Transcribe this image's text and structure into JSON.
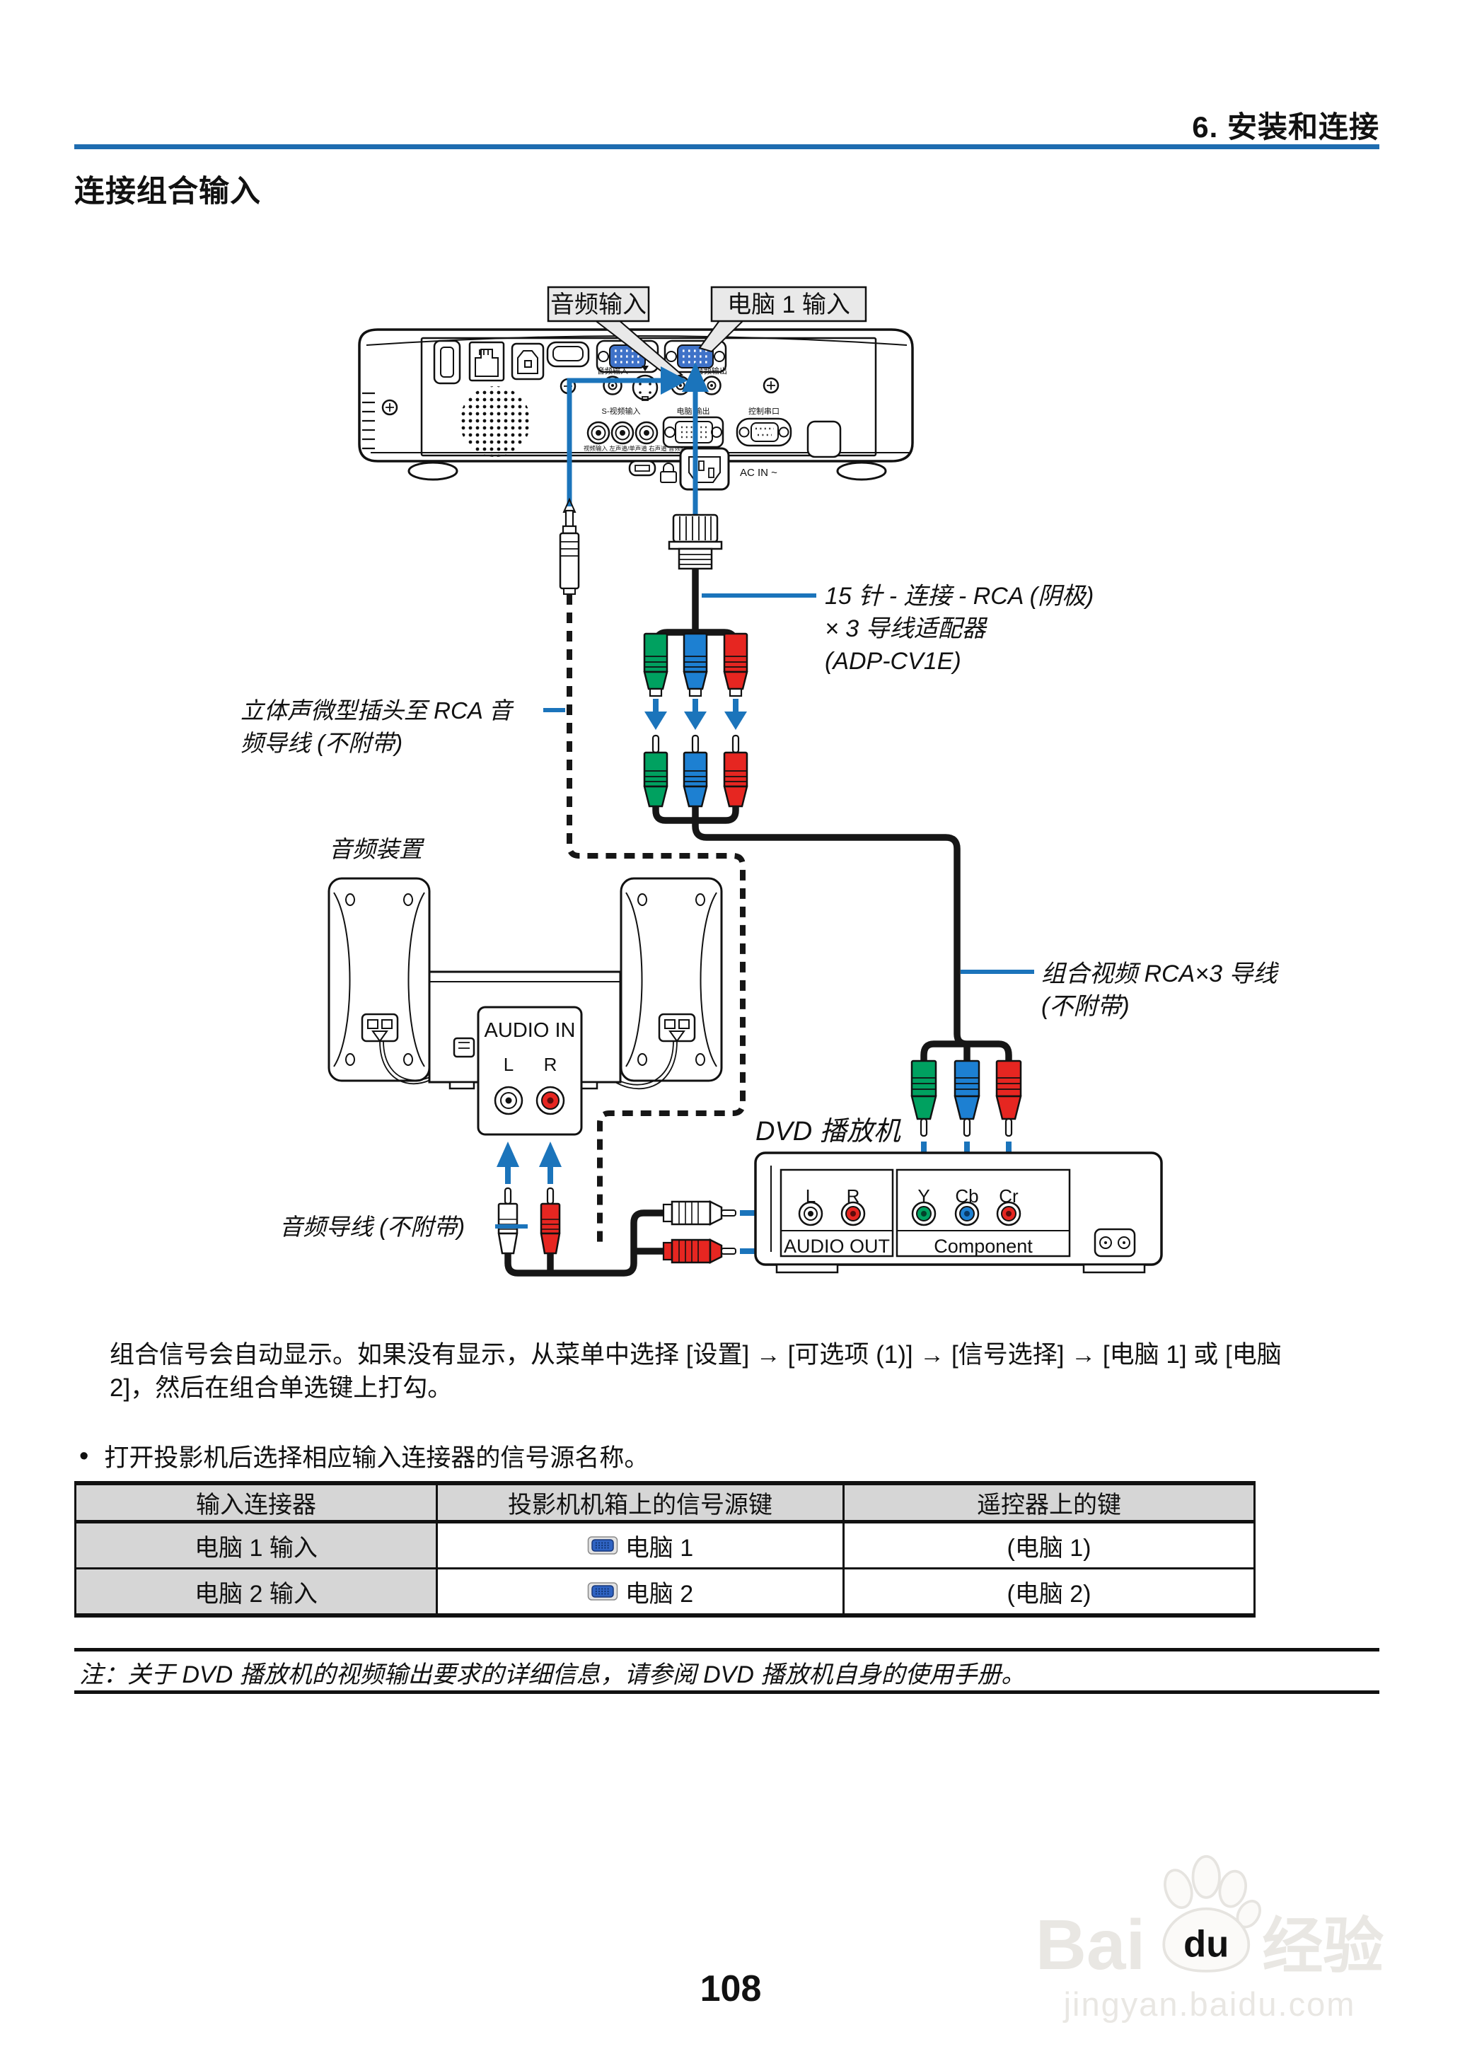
{
  "page": {
    "header": "6. 安装和连接",
    "title": "连接组合输入",
    "page_number": "108",
    "bullet_marker": "•"
  },
  "colors": {
    "accent_blue": "#1b74bb",
    "header_rule_blue": "#1e6cb0",
    "rca_green": "#00a160",
    "rca_blue": "#1d80d2",
    "rca_red": "#e62621",
    "callout_gray": "#e9e9e9",
    "table_gray": "#d6d6d6"
  },
  "diagram": {
    "callout_audio_in": "音频输入",
    "callout_computer1_in": "电脑 1 输入",
    "projector": {
      "audio_in": "音频输入",
      "audio_out": "音频输出",
      "svideo_in": "S-视频输入",
      "monitor_out": "电脑 输出",
      "control_port": "控制串口",
      "av_row": "视频输入  左声道/单声道  右声道  音频输入",
      "ac_in": "AC IN ~"
    },
    "adapter_label": [
      "15 针 - 连接 - RCA (阴极)",
      "× 3 导线适配器",
      "(ADP-CV1E)"
    ],
    "stereo_label": [
      "立体声微型插头至 RCA 音",
      "频导线 (不附带)"
    ],
    "audio_device_label": "音频装置",
    "component_cable_label": [
      "组合视频 RCA×3 导线",
      "(不附带)"
    ],
    "dvd_label": "DVD 播放机",
    "audio_cable_label": "音频导线 (不附带)",
    "audio_in_panel": {
      "title": "AUDIO IN",
      "left": "L",
      "right": "R"
    },
    "dvd_panel": {
      "left": "L",
      "right": "R",
      "y": "Y",
      "cb": "Cb",
      "cr": "Cr",
      "audio_out": "AUDIO OUT",
      "component": "Component"
    }
  },
  "body": {
    "paragraph_line1": "组合信号会自动显示。如果没有显示，从菜单中选择 [设置] → [可选项 (1)] → [信号选择] → [电脑 1] 或 [电脑",
    "paragraph_line2": "2]，然后在组合单选键上打勾。",
    "bullet_text": "打开投影机后选择相应输入连接器的信号源名称。"
  },
  "table": {
    "headers": [
      "输入连接器",
      "投影机机箱上的信号源键",
      "遥控器上的键"
    ],
    "rows": [
      {
        "connector": "电脑 1 输入",
        "source_key": "电脑 1",
        "remote_key": "(电脑 1)"
      },
      {
        "connector": "电脑 2 输入",
        "source_key": "电脑 2",
        "remote_key": "(电脑 2)"
      }
    ]
  },
  "note": "注：关于 DVD 播放机的视频输出要求的详细信息，请参阅 DVD 播放机自身的使用手册。",
  "watermark": {
    "brand_left": "Bai",
    "brand_paw": "du",
    "brand_right": "经验",
    "url": "jingyan.baidu.com"
  }
}
